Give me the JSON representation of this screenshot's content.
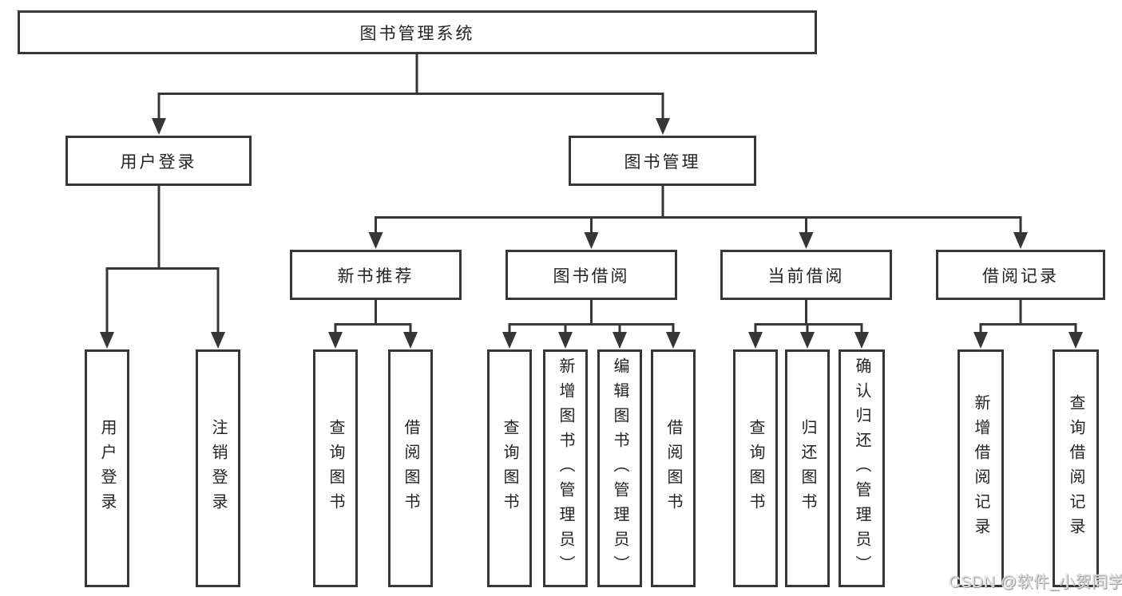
{
  "diagram": {
    "root": "图书管理系统",
    "level2": [
      "用户登录",
      "图书管理"
    ],
    "level3": [
      "新书推荐",
      "图书借阅",
      "当前借阅",
      "借阅记录"
    ],
    "leaves_login": [
      "用户登录",
      "注销登录"
    ],
    "leaves_recommend": [
      "查询图书",
      "借阅图书"
    ],
    "leaves_borrow": [
      "查询图书",
      "新增图书（管理员）",
      "编辑图书（管理员）",
      "借阅图书"
    ],
    "leaves_current": [
      "查询图书",
      "归还图书",
      "确认归还（管理员）"
    ],
    "leaves_records": [
      "新增借阅记录",
      "查询借阅记录"
    ]
  },
  "watermark": {
    "text": "CSDN @软件_小贺同学"
  },
  "colors": {
    "line": "#363636",
    "text": "#232323",
    "background": "#ffffff"
  }
}
